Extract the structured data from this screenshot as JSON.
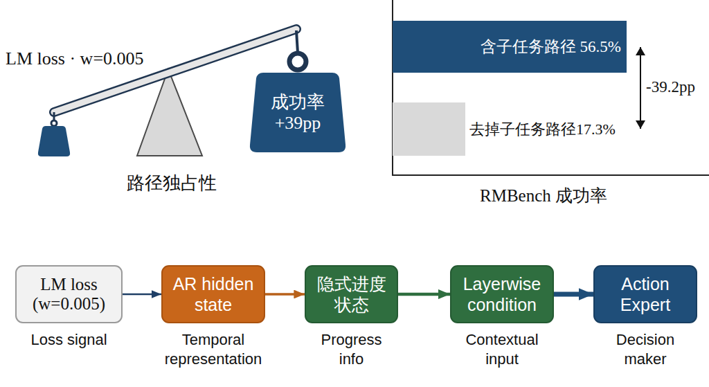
{
  "diagram": {
    "nodes": [
      {
        "text": [
          "成功率 +39pp"
        ]
      },
      {
        "text": [
          "含子任务路径 56.5%"
        ]
      },
      {
        "text": [
          "去掉子任务路径17.3%"
        ]
      },
      {
        "text": [
          "LM loss (w=0.005)",
          "Loss signal"
        ]
      },
      {
        "text": [
          "AR hidden state",
          "Temporal representation"
        ]
      },
      {
        "text": [
          "隐式进度状态",
          "Progress info"
        ]
      },
      {
        "text": [
          "Layerwise condition",
          "Contextual input"
        ]
      },
      {
        "text": [
          "Action Expert",
          "Decision maker"
        ]
      }
    ],
    "edges": [
      {
        "from": 3,
        "to": 4,
        "arrow": "to"
      },
      {
        "from": 4,
        "to": 5,
        "arrow": "to"
      },
      {
        "from": 5,
        "to": 6,
        "arrow": "to"
      },
      {
        "from": 6,
        "to": 7,
        "arrow": "to"
      }
    ],
    "labels": [
      "LM loss · w=0.005",
      "路径独占性",
      "-39.2pp",
      "RMBench 成功率"
    ]
  }
}
